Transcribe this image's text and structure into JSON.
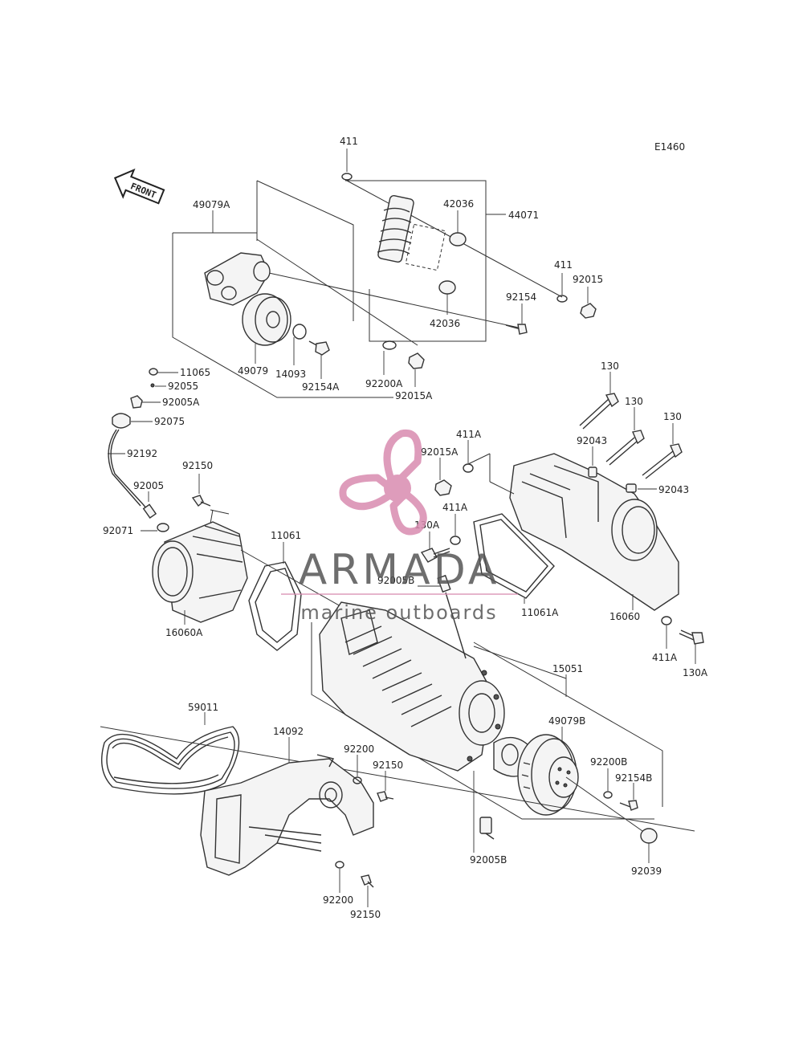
{
  "diagram_code": "E1460",
  "front_label": "FRONT",
  "watermark": {
    "brand": "ARMADA",
    "tagline": "marine outboards",
    "color": "#d98bb0",
    "text_color": "#555555"
  },
  "labels": {
    "p411_top": "411",
    "p42036_top": "42036",
    "p44071": "44071",
    "p49079A": "49079A",
    "p411_right": "411",
    "p92015": "92015",
    "p92154": "92154",
    "p42036_bottom": "42036",
    "p49079": "49079",
    "p14093": "14093",
    "p92154A": "92154A",
    "p92200A": "92200A",
    "p92015A_top": "92015A",
    "p11065": "11065",
    "p92055": "92055",
    "p92005A": "92005A",
    "p92075": "92075",
    "p92192": "92192",
    "p130_1": "130",
    "p130_2": "130",
    "p130_3": "130",
    "p92043_1": "92043",
    "p92043_2": "92043",
    "p411A_1": "411A",
    "p92015A_mid": "92015A",
    "p92150_left": "92150",
    "p92005": "92005",
    "p411A_2": "411A",
    "p130A_1": "130A",
    "p92071": "92071",
    "p11061": "11061",
    "p92005B_mid": "92005B",
    "p16060A": "16060A",
    "p11061A": "11061A",
    "p16060": "16060",
    "p411A_3": "411A",
    "p130A_2": "130A",
    "p15051": "15051",
    "p59011": "59011",
    "p14092": "14092",
    "p92200_top": "92200",
    "p92150_mid": "92150",
    "p49079B": "49079B",
    "p92200B": "92200B",
    "p92154B": "92154B",
    "p92005B_bottom": "92005B",
    "p92039": "92039",
    "p92200_bottom": "92200",
    "p92150_bottom": "92150"
  }
}
